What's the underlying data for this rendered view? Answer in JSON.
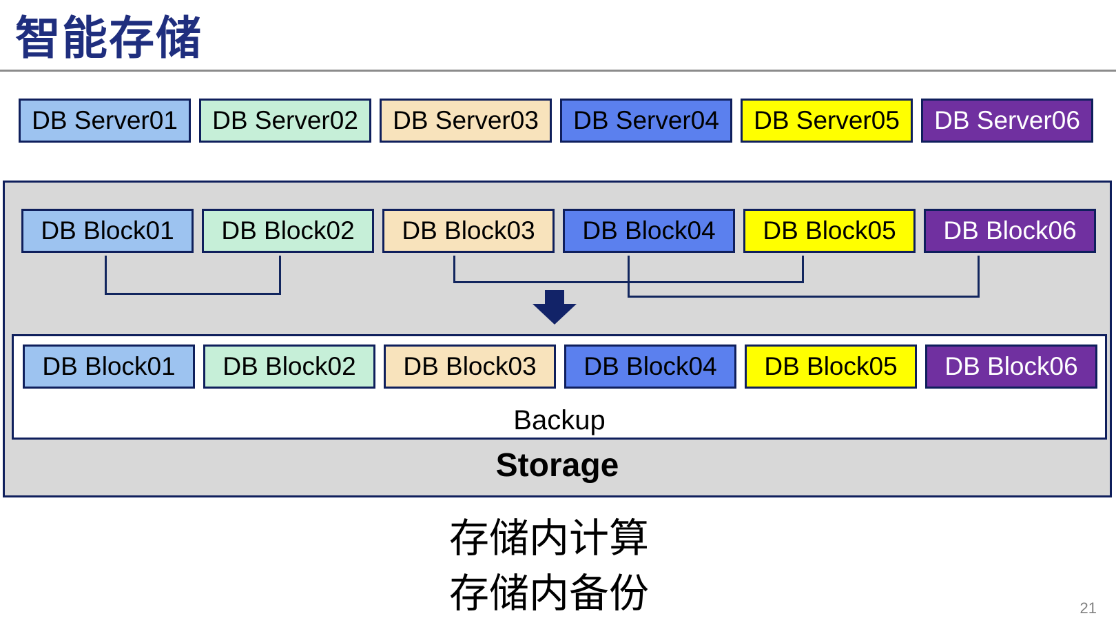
{
  "title": "智能存储",
  "page_number": "21",
  "captions": {
    "line1": "存储内计算",
    "line2": "存储内备份"
  },
  "palette": {
    "title_navy": "#1F2E7E",
    "border_navy": "#0F1F5C",
    "connector_navy": "#12265E",
    "arrow_navy": "#122368",
    "container_gray": "#D8D8D8",
    "rule_gray": "#8C8C8C",
    "page_number_gray": "#808080",
    "box_fills": [
      "#9DC3F0",
      "#C6EFD8",
      "#F8E3BC",
      "#5B80EE",
      "#FFFF00",
      "#7030A0"
    ],
    "box_text_colors": [
      "#000000",
      "#000000",
      "#000000",
      "#000000",
      "#000000",
      "#FFFFFF"
    ]
  },
  "server_row": [
    {
      "label": "DB Server01"
    },
    {
      "label": "DB Server02"
    },
    {
      "label": "DB Server03"
    },
    {
      "label": "DB Server04"
    },
    {
      "label": "DB Server05"
    },
    {
      "label": "DB Server06"
    }
  ],
  "storage_box": {
    "label": "Storage",
    "block_row": [
      {
        "label": "DB Block01"
      },
      {
        "label": "DB Block02"
      },
      {
        "label": "DB Block03"
      },
      {
        "label": "DB Block04"
      },
      {
        "label": "DB Block05"
      },
      {
        "label": "DB Block06"
      }
    ],
    "backup_box": {
      "label": "Backup",
      "block_row": [
        {
          "label": "DB Block01"
        },
        {
          "label": "DB Block02"
        },
        {
          "label": "DB Block03"
        },
        {
          "label": "DB Block04"
        },
        {
          "label": "DB Block05"
        },
        {
          "label": "DB Block06"
        }
      ]
    }
  }
}
